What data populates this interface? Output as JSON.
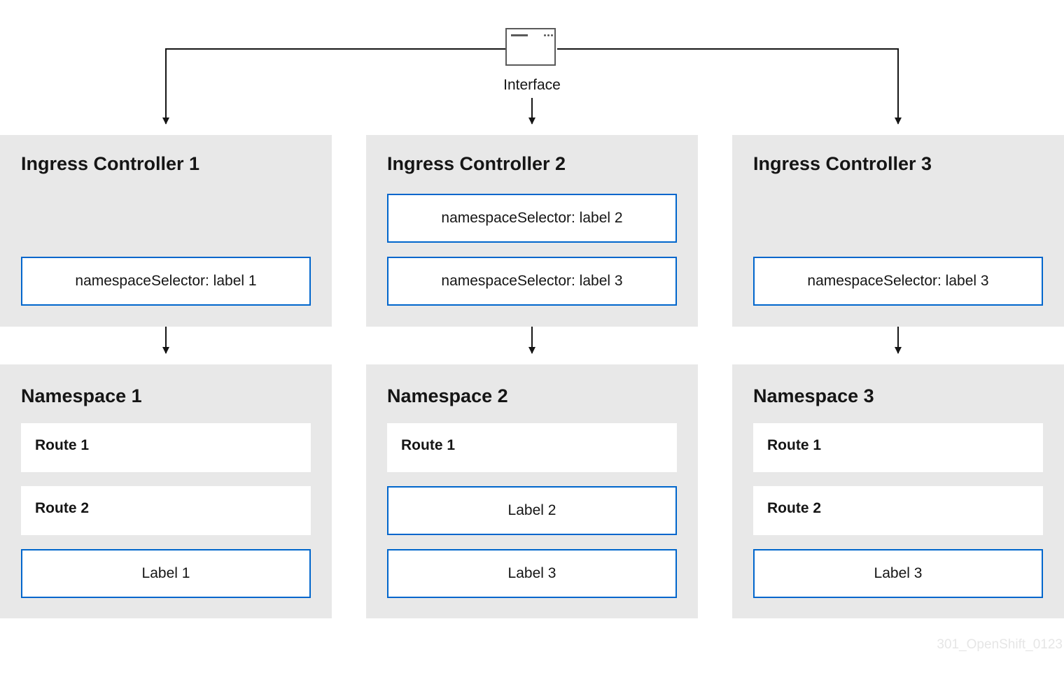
{
  "interface": {
    "label": "Interface",
    "icon": "window-icon"
  },
  "controllers": [
    {
      "title": "Ingress Controller 1",
      "selectors": [
        "namespaceSelector: label 1"
      ]
    },
    {
      "title": "Ingress Controller 2",
      "selectors": [
        "namespaceSelector: label 2",
        "namespaceSelector: label 3"
      ]
    },
    {
      "title": "Ingress Controller 3",
      "selectors": [
        "namespaceSelector: label 3"
      ]
    }
  ],
  "namespaces": [
    {
      "title": "Namespace 1",
      "routes": [
        "Route 1",
        "Route 2"
      ],
      "labels": [
        "Label 1"
      ]
    },
    {
      "title": "Namespace 2",
      "routes": [
        "Route 1"
      ],
      "labels": [
        "Label 2",
        "Label 3"
      ]
    },
    {
      "title": "Namespace 3",
      "routes": [
        "Route 1",
        "Route 2"
      ],
      "labels": [
        "Label 3"
      ]
    }
  ],
  "watermark": "301_OpenShift_0123",
  "colors": {
    "panel_bg": "#e8e8e8",
    "box_border": "#0066cc",
    "line": "#151515",
    "watermark": "#e6e6e6"
  }
}
